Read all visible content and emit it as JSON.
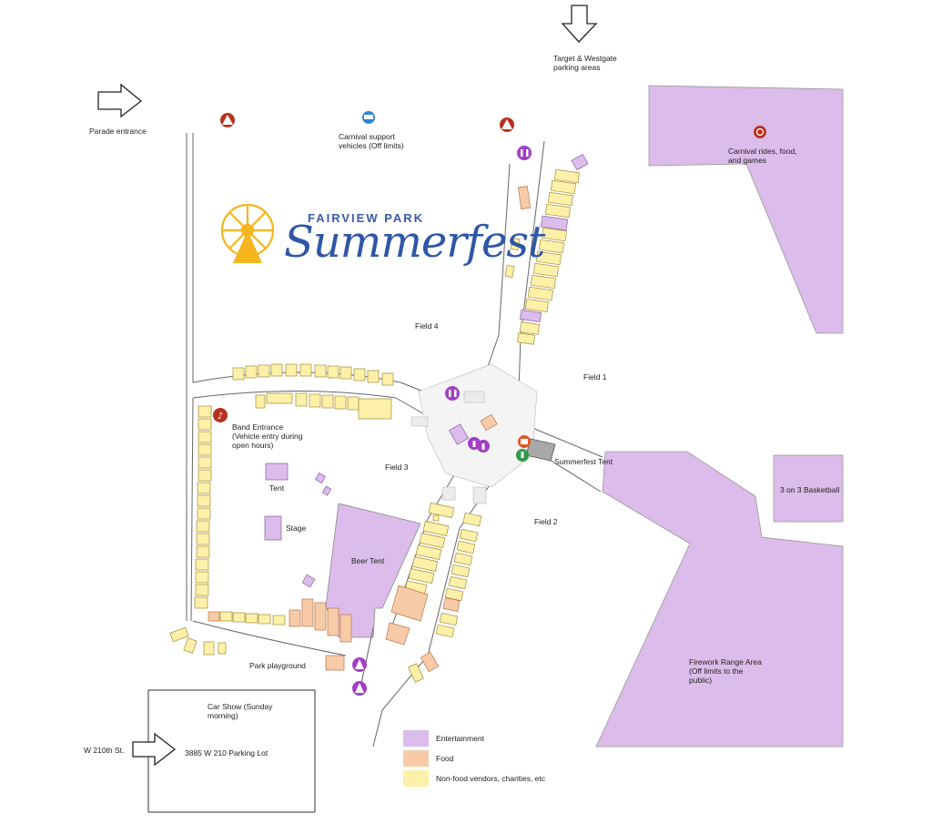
{
  "colors": {
    "entertainment": "#dcbcea",
    "food": "#f8cba8",
    "vendors": "#fdf0a8",
    "path": "#f0f0f0",
    "outline": "#555555",
    "logo_blue": "#2f56a6",
    "logo_gold": "#f5b51e",
    "icon_red": "#b6321f",
    "icon_purple": "#a23fc4",
    "icon_blue": "#2a86d6",
    "icon_green": "#2e9a4a",
    "icon_orange": "#e2562b"
  },
  "logo": {
    "top_text": "FAIRVIEW PARK",
    "main_text": "Summerfest",
    "icon": "ferris-wheel-icon"
  },
  "labels": {
    "target_parking": "Target & Westgate\nparking areas",
    "parade_entrance": "Parade entrance",
    "carnival_support": "Carnival support\nvehicles (Off limits)",
    "carnival_rides": "Carnival rides, food,\nand games",
    "field4": "Field 4",
    "field1": "Field 1",
    "field3": "Field 3",
    "field2": "Field 2",
    "band_entrance": "Band Entrance\n(Vehicle entry during\nopen hours)",
    "tent": "Tent",
    "stage": "Stage",
    "beer_tent": "Beer Tent",
    "summerfest_tent": "Summerfest Tent",
    "basketball": "3 on 3 Basketball",
    "firework_area": "Firework Range Area\n(Off limits to the\npublic)",
    "park_playground": "Park playground",
    "car_show": "Car Show (Sunday\nmorning)",
    "parking_lot": "3885 W 210 Parking Lot",
    "w210": "W 210th St."
  },
  "legend": [
    {
      "label": "Entertainment",
      "color": "#dcbcea"
    },
    {
      "label": "Food",
      "color": "#f8cba8"
    },
    {
      "label": "Non-food vendors, charities, etc",
      "color": "#fdf0a8"
    }
  ],
  "icons": [
    "first-aid-icon",
    "no-vehicles-icon",
    "restroom-icon",
    "music-note-icon",
    "ferris-wheel-icon",
    "atm-icon",
    "info-icon"
  ]
}
